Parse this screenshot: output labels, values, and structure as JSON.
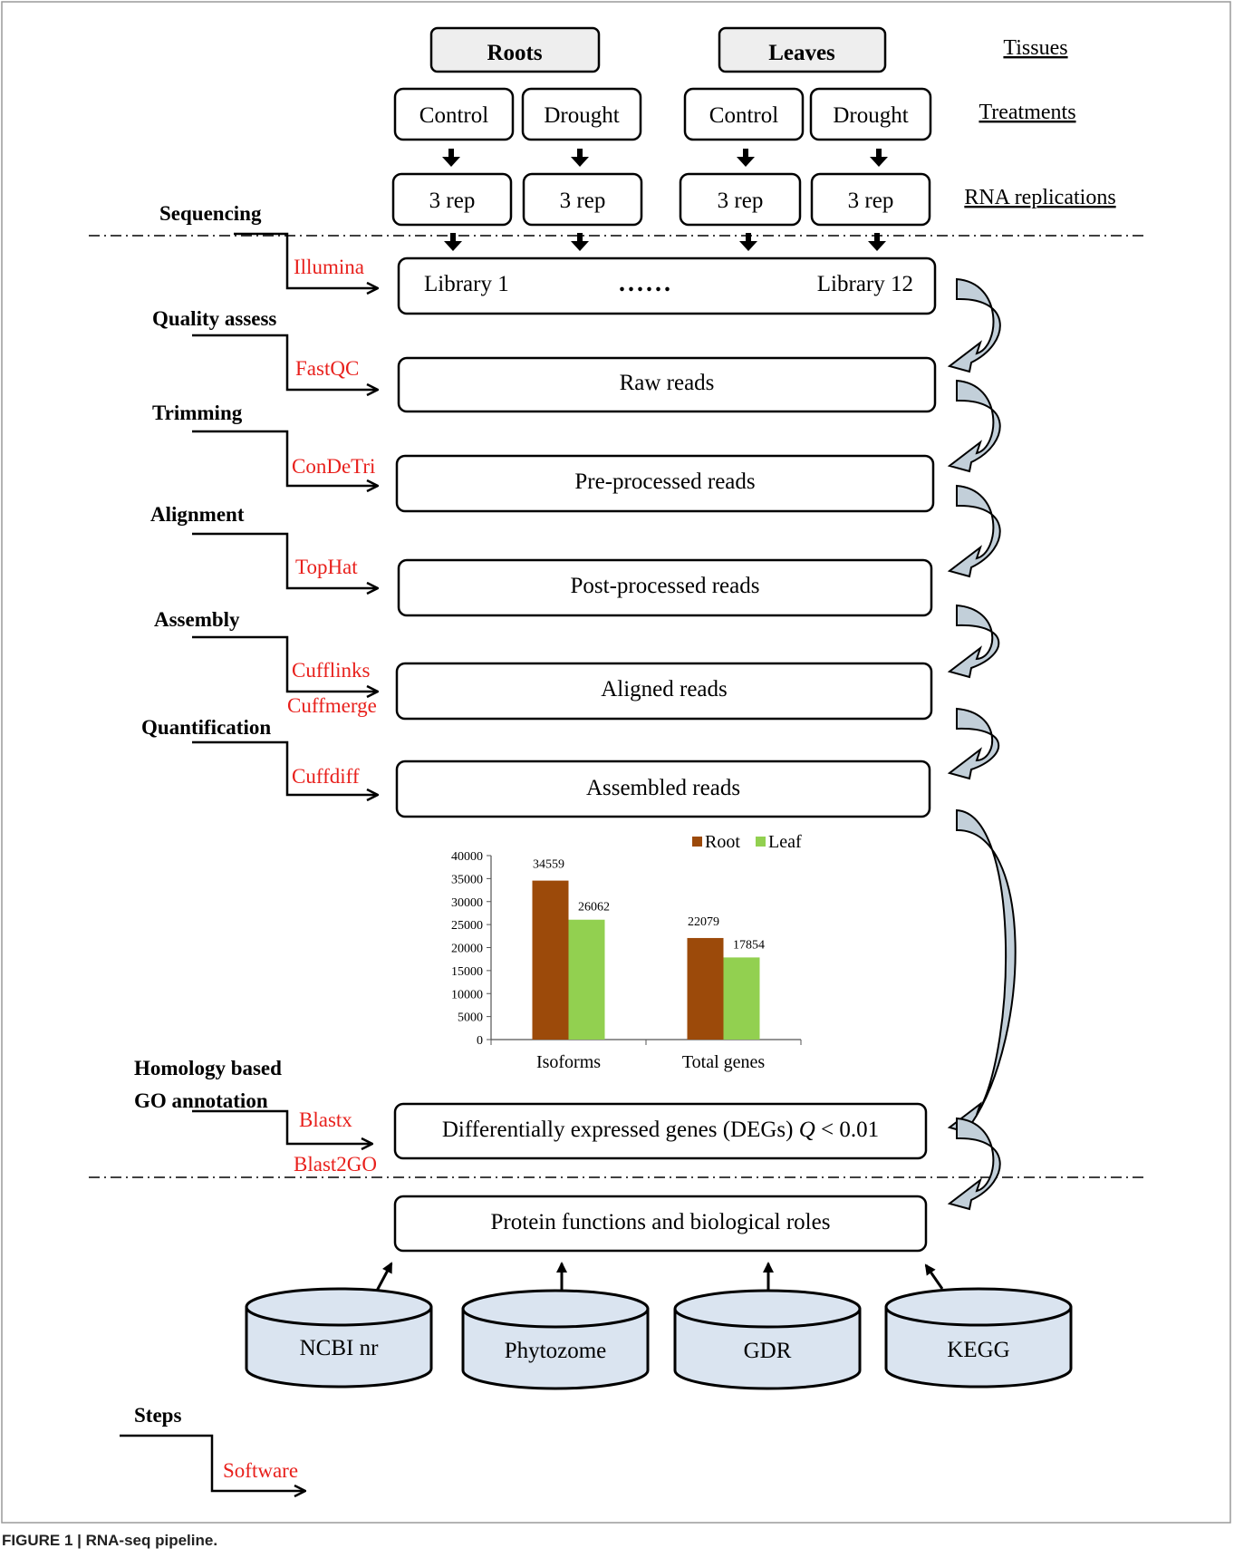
{
  "tissues": {
    "header": "Tissues",
    "items": [
      "Roots",
      "Leaves"
    ]
  },
  "treatments": {
    "header": "Treatments",
    "items": [
      "Control",
      "Drought",
      "Control",
      "Drought"
    ]
  },
  "replications": {
    "header": "RNA replications",
    "items": [
      "3 rep",
      "3 rep",
      "3 rep",
      "3 rep"
    ]
  },
  "libraries": {
    "first": "Library 1",
    "dots": "......",
    "last": "Library 12"
  },
  "steps": [
    {
      "name": "Sequencing",
      "software": [
        "Illumina"
      ]
    },
    {
      "name": "Quality assess",
      "software": [
        "FastQC"
      ]
    },
    {
      "name": "Trimming",
      "software": [
        "ConDeTri"
      ]
    },
    {
      "name": "Alignment",
      "software": [
        "TopHat"
      ]
    },
    {
      "name": "Assembly",
      "software": [
        "Cufflinks",
        "Cuffmerge"
      ]
    },
    {
      "name": "Quantification",
      "software": [
        "Cuffdiff"
      ]
    },
    {
      "name": "Homology based",
      "name2": "GO annotation",
      "software": [
        "Blastx",
        "Blast2GO"
      ]
    }
  ],
  "stages": [
    "Raw reads",
    "Pre-processed reads",
    "Post-processed reads",
    "Aligned reads",
    "Assembled reads"
  ],
  "degs": {
    "text": "Differentially expressed genes (DEGs) ",
    "q": "Q",
    "threshold": " < 0.01"
  },
  "protein": "Protein functions and biological roles",
  "databases": [
    "NCBI nr",
    "Phytozome",
    "GDR",
    "KEGG"
  ],
  "legend": {
    "steps": "Steps",
    "software": "Software"
  },
  "caption": "FIGURE 1 | RNA-seq pipeline.",
  "colors": {
    "software": "#e8201c",
    "root": "#9c4a0a",
    "leaf": "#92d050",
    "db_fill": "#dae4f0",
    "curve_arrow": "#c2cfd9",
    "tissue_fill": "#eeeeee"
  },
  "chart_data": {
    "type": "bar",
    "categories": [
      "Isoforms",
      "Total genes"
    ],
    "series": [
      {
        "name": "Root",
        "values": [
          34559,
          22079
        ]
      },
      {
        "name": "Leaf",
        "values": [
          26062,
          17854
        ]
      }
    ],
    "ylim": [
      0,
      40000
    ],
    "yticks": [
      0,
      5000,
      10000,
      15000,
      20000,
      25000,
      30000,
      35000,
      40000
    ],
    "legend_position": "top-right",
    "grid": false
  }
}
